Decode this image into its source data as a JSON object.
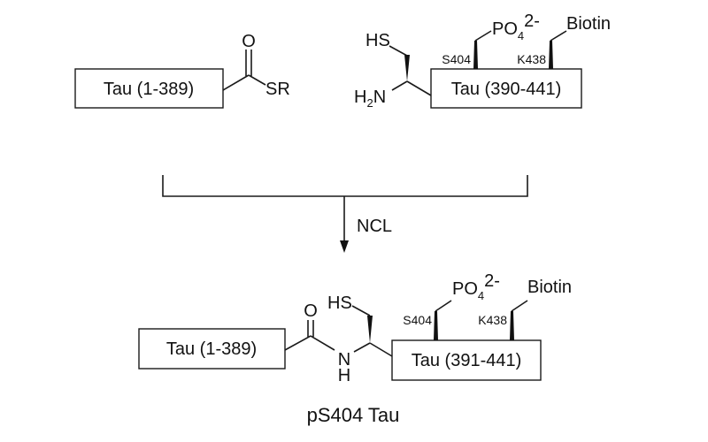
{
  "diagram": {
    "type": "reaction-scheme",
    "reactant_1": {
      "box_label": "Tau (1-389)",
      "carbonyl_oxygen": "O",
      "thioester_group": "SR"
    },
    "reactant_2": {
      "box_label": "Tau (390-441)",
      "thiol": "HS",
      "amine": "H2N",
      "amine_main": "H",
      "amine_sub": "2",
      "amine_tail": "N",
      "site_1": {
        "residue": "S404",
        "modification": "PO4",
        "mod_main": "PO",
        "mod_sub": "4",
        "mod_sup": "2-"
      },
      "site_2": {
        "residue": "K438",
        "modification": "Biotin"
      }
    },
    "reaction": {
      "label": "NCL"
    },
    "product": {
      "box_left_label": "Tau (1-389)",
      "carbonyl_oxygen": "O",
      "amide_n": "N",
      "amide_h": "H",
      "thiol": "HS",
      "box_right_label": "Tau (391-441)",
      "site_1": {
        "residue": "S404",
        "mod_main": "PO",
        "mod_sub": "4",
        "mod_sup": "2-"
      },
      "site_2": {
        "residue": "K438",
        "modification": "Biotin"
      },
      "caption": "pS404 Tau"
    }
  }
}
